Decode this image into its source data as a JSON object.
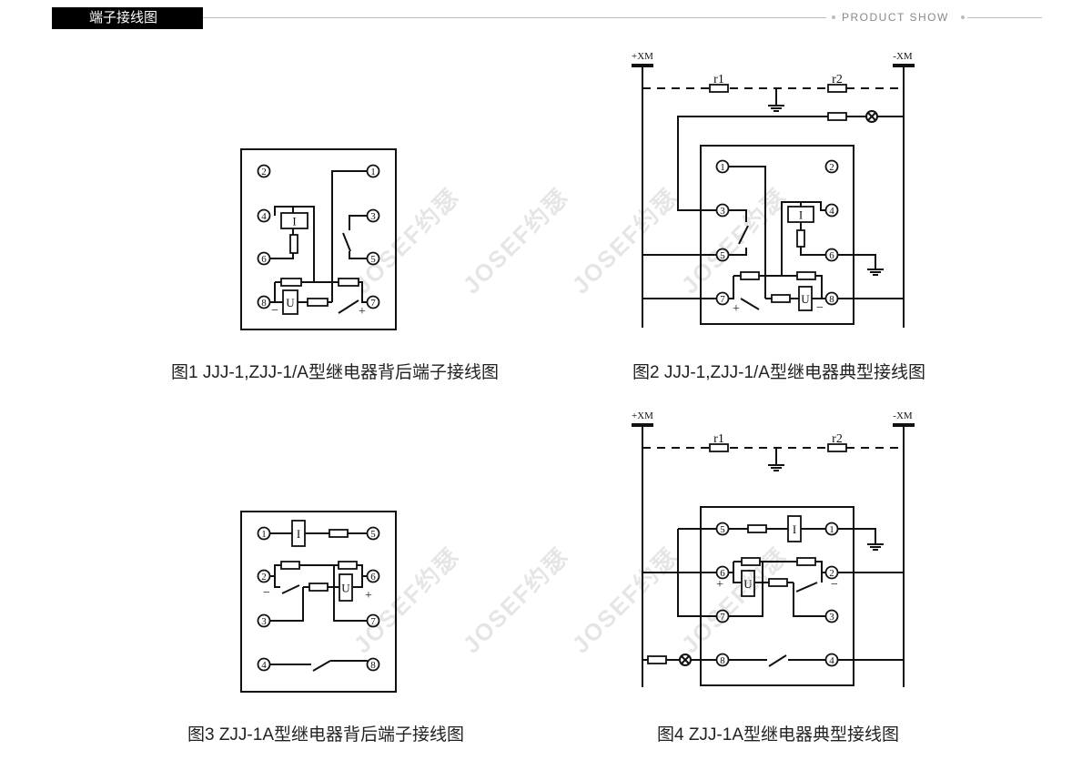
{
  "header": {
    "section_title": "端子接线图",
    "tagline": "PRODUCT SHOW"
  },
  "watermark": "JOSEF约瑟",
  "labels": {
    "plus_bus": "+XM",
    "minus_bus": "-XM",
    "r1": "r1",
    "r2": "r2",
    "current_coil": "I",
    "voltage_coil": "U",
    "plus": "+",
    "minus": "−"
  },
  "diagrams": [
    {
      "caption": "图1 JJJ-1,ZJJ-1/A型继电器背后端子接线图",
      "terminals": [
        "1",
        "2",
        "3",
        "4",
        "5",
        "6",
        "7",
        "8"
      ]
    },
    {
      "caption": "图2 JJJ-1,ZJJ-1/A型继电器典型接线图",
      "terminals": [
        "1",
        "2",
        "3",
        "4",
        "5",
        "6",
        "7",
        "8"
      ]
    },
    {
      "caption": "图3 ZJJ-1A型继电器背后端子接线图",
      "terminals": [
        "1",
        "2",
        "3",
        "4",
        "5",
        "6",
        "7",
        "8"
      ]
    },
    {
      "caption": "图4 ZJJ-1A型继电器典型接线图",
      "terminals": [
        "1",
        "2",
        "3",
        "4",
        "5",
        "6",
        "7",
        "8"
      ]
    }
  ]
}
